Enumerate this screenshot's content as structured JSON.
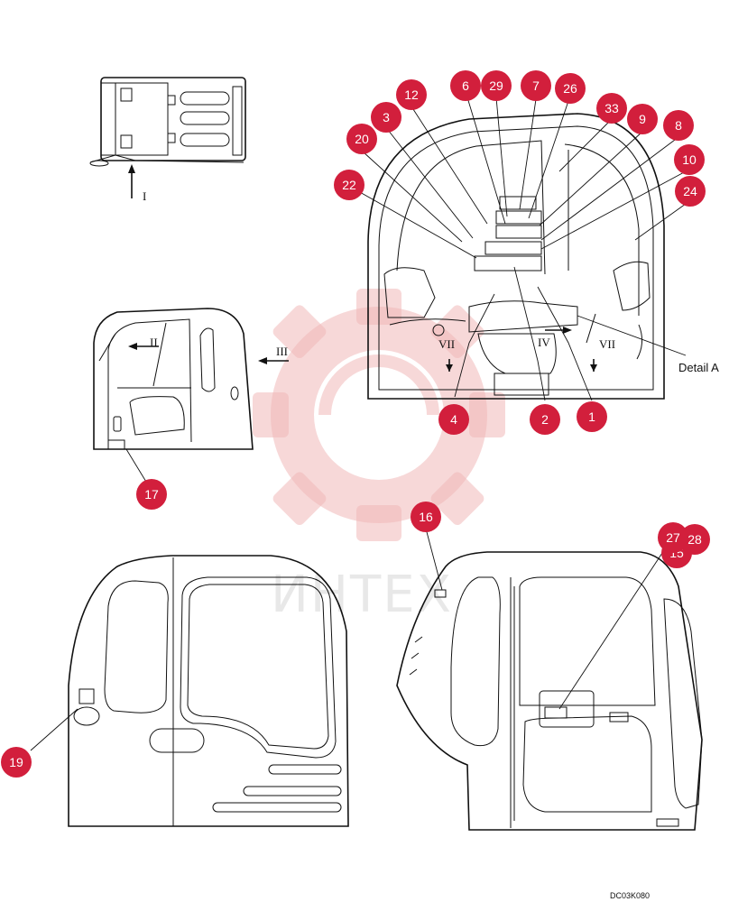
{
  "diagram": {
    "code": "DC03K080",
    "detail_label": "Detail A",
    "view_labels": {
      "I": "I",
      "II": "II",
      "III": "III",
      "IV": "IV",
      "VII": "VII"
    },
    "watermark": "ИНТЕХ",
    "callouts": [
      "1",
      "2",
      "3",
      "4",
      "6",
      "7",
      "8",
      "9",
      "10",
      "12",
      "15",
      "16",
      "17",
      "19",
      "20",
      "22",
      "24",
      "26",
      "27",
      "28",
      "29",
      "33"
    ]
  }
}
